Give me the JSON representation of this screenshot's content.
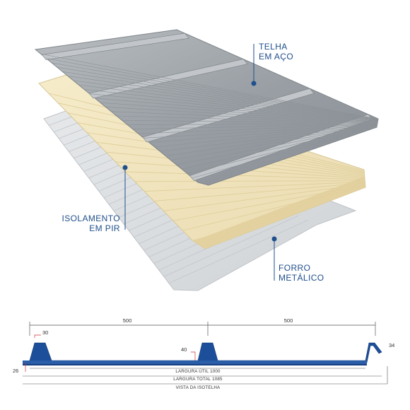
{
  "labels": {
    "telha_line1": "TELHA",
    "telha_line2": "EM AÇO",
    "isol_line1": "ISOLAMENTO",
    "isol_line2": "EM PIR",
    "forro_line1": "FORRO",
    "forro_line2": "METÁLICO"
  },
  "dimensions": {
    "span_left": "500",
    "span_right": "500",
    "rib_top": "30",
    "rib_height": "40",
    "edge_height": "34",
    "thickness": "26",
    "largura_util": "LARGURA ÚTIL 1000",
    "largura_total": "LARGURA TOTAL 1085",
    "vista": "VISTA DA ISOTELHA"
  },
  "colors": {
    "callout": "#1f4f8c",
    "steel": "#9ea3a8",
    "foam": "#f1e4bd",
    "liner": "#d9dcdf",
    "profile_blue": "#1d4e9a"
  }
}
